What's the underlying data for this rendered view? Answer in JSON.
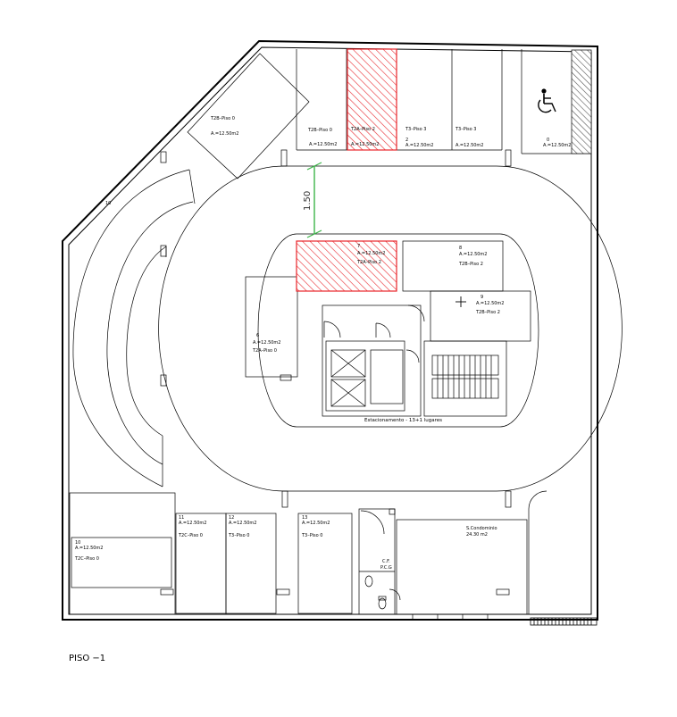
{
  "floor_label": "PISO  −1",
  "dimension": "1.50",
  "ramp_number": "10",
  "parking_title": "Estacionamento - 13+1 lugares",
  "spots": {
    "s0": {
      "number": "",
      "area": "A.=12.50m2",
      "owner": "T2B–Piso 0"
    },
    "s1": {
      "number": "",
      "area": "A.=12.50m2",
      "owner": "T2B–Piso 0"
    },
    "s2": {
      "number": "",
      "area": "A.=12.50m2",
      "owner": "T2A–Piso 2"
    },
    "s3": {
      "number": "2",
      "area": "A.=12.50m2",
      "owner": "T3–Piso 3"
    },
    "s4": {
      "number": "",
      "area": "A.=12.50m2",
      "owner": "T3–Piso 3"
    },
    "s5": {
      "number": "0",
      "area": "A.=12.50m2",
      "owner": ""
    },
    "s6": {
      "number": "6",
      "area": "A.=12.50m2",
      "owner": "T2A–Piso 0"
    },
    "s7": {
      "number": "7",
      "area": "A.=12.50m2",
      "owner": "T2A–Piso 2"
    },
    "s8": {
      "number": "8",
      "area": "A.=12.50m2",
      "owner": "T2B–Piso 2"
    },
    "s9": {
      "number": "9",
      "area": "A.=12.50m2",
      "owner": "T2B–Piso 2"
    },
    "s10": {
      "number": "10",
      "area": "A.=12.50m2",
      "owner": "T2C–Piso 0"
    },
    "s11": {
      "number": "11",
      "area": "A.=12.50m2",
      "owner": "T2C–Piso 0"
    },
    "s12": {
      "number": "12",
      "area": "A.=12.50m2",
      "owner": "T3–Piso 0"
    },
    "s13": {
      "number": "13",
      "area": "A.=12.50m2",
      "owner": "T3–Piso 0"
    }
  },
  "condo_room": {
    "name": "S.Condominio",
    "area": "24.30 m2"
  },
  "utility": {
    "line1": "C.F.",
    "line2": "P.C.G"
  },
  "colors": {
    "hatch_red": "#e8242a",
    "dimension_green": "#3db54a",
    "ink": "#000000"
  },
  "icons": [
    "wheelchair-icon"
  ]
}
